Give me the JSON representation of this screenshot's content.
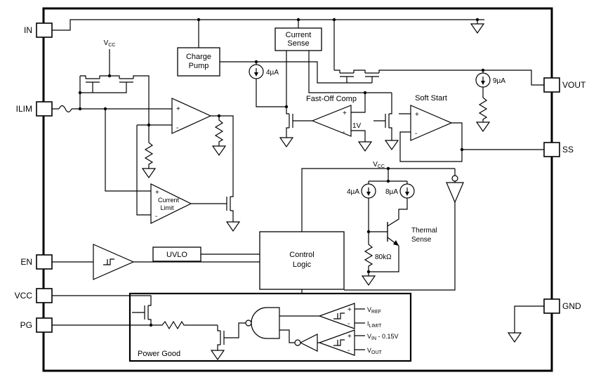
{
  "pins": {
    "in": "IN",
    "ilim": "ILIM",
    "en": "EN",
    "vcc": "VCC",
    "pg": "PG",
    "vout": "VOUT",
    "ss": "SS",
    "gnd": "GND"
  },
  "blocks": {
    "charge_pump": {
      "line1": "Charge",
      "line2": "Pump"
    },
    "current_sense": {
      "line1": "Current",
      "line2": "Sense"
    },
    "fast_off": "Fast-Off Comp",
    "soft_start": "Soft Start",
    "current_limit": {
      "line1": "Current",
      "line2": "Limit"
    },
    "uvlo": "UVLO",
    "control_logic": {
      "line1": "Control",
      "line2": "Logic"
    },
    "thermal": {
      "line1": "Thermal",
      "line2": "Sense"
    },
    "power_good": "Power Good"
  },
  "values": {
    "i_4ua_a": "4µA",
    "i_9ua": "9µA",
    "i_4ua_b": "4µA",
    "i_8ua": "8µA",
    "v_1v": "1V",
    "r_80k": "80kΩ"
  },
  "nets": {
    "vcc": {
      "base": "V",
      "sub": "CC"
    },
    "vref": {
      "base": "V",
      "sub": "REF"
    },
    "ilimit": {
      "base": "I",
      "sub": "LIMIT"
    },
    "vin015": {
      "base": "V",
      "sub": "IN",
      "suffix": " - 0.15V"
    },
    "vout": {
      "base": "V",
      "sub": "OUT"
    }
  },
  "marks": {
    "plus": "+",
    "minus": "-"
  }
}
